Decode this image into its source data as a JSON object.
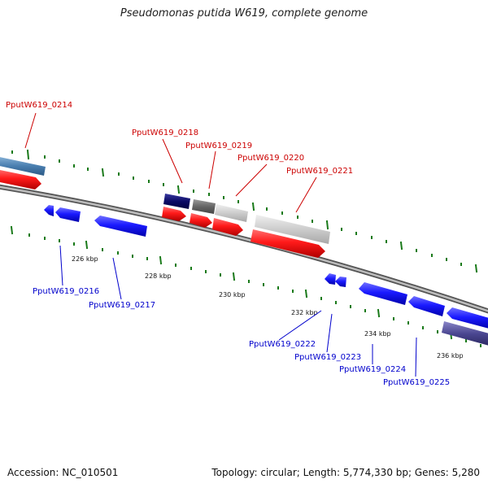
{
  "title": "Pseudomonas putida W619, complete genome",
  "footer": {
    "accession": "Accession: NC_010501",
    "summary": "Topology: circular; Length: 5,774,330 bp; Genes: 5,280"
  },
  "colors": {
    "forward_cds": "#ff1111",
    "reverse_cds": "#1a1aff",
    "gene_label_forward": "#cc0000",
    "gene_label_reverse": "#0000cc",
    "backbone": "#808080",
    "tick": "#1a7a1a"
  },
  "kbp_labels": [
    "226 kbp",
    "228 kbp",
    "230 kbp",
    "232 kbp",
    "234 kbp",
    "236 kbp"
  ],
  "genes_forward": [
    "PputW619_0214",
    "PputW619_0218",
    "PputW619_0219",
    "PputW619_0220",
    "PputW619_0221"
  ],
  "genes_reverse": [
    "PputW619_0216",
    "PputW619_0217",
    "PputW619_0222",
    "PputW619_0223",
    "PputW619_0224",
    "PputW619_0225"
  ]
}
